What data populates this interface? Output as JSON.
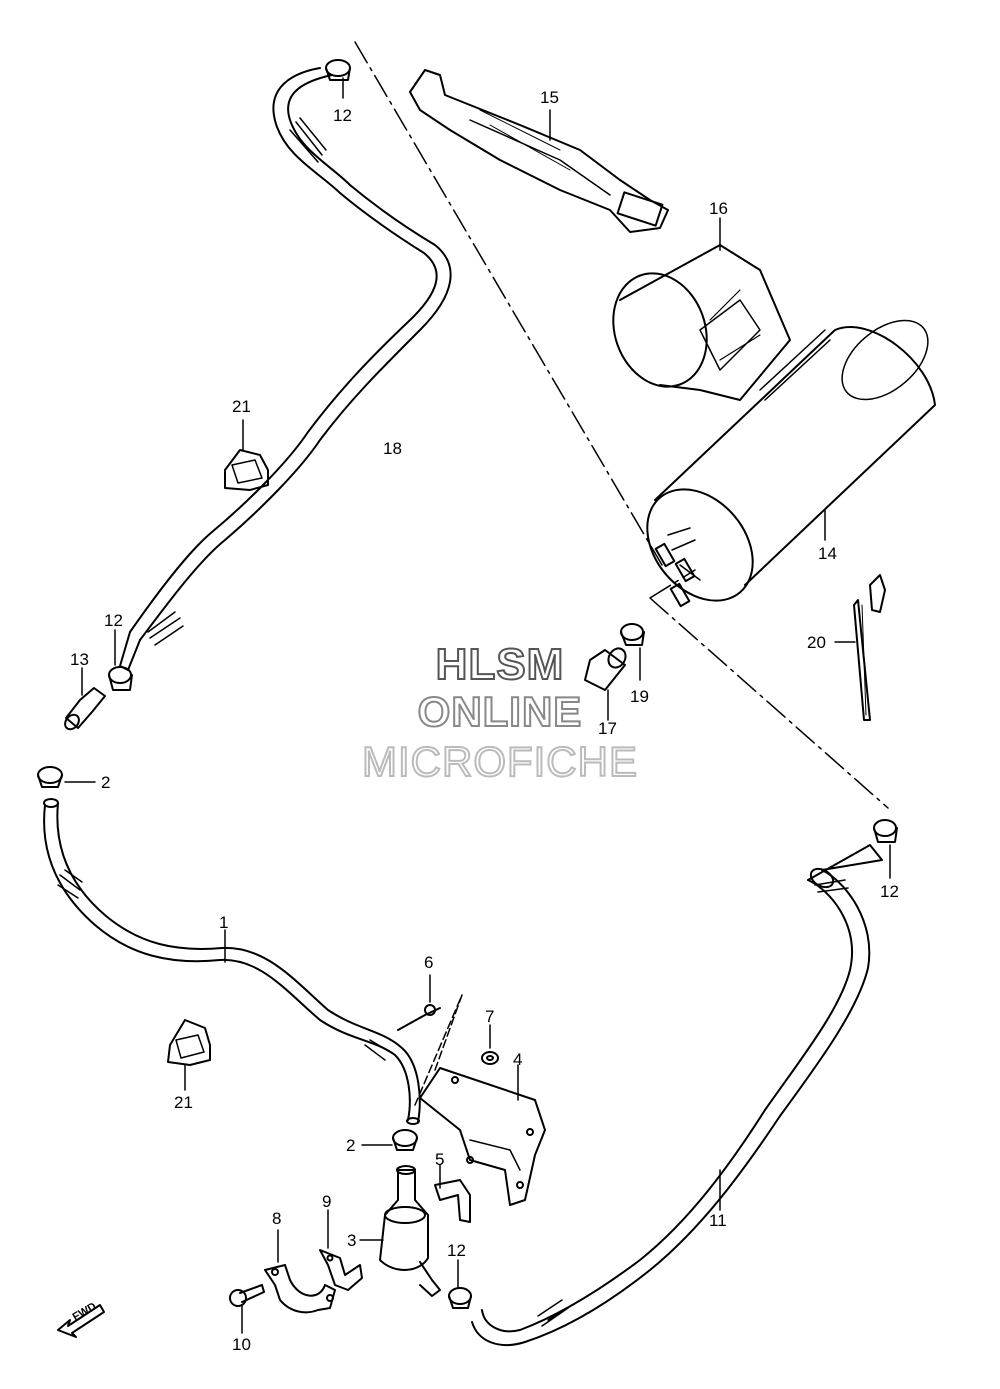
{
  "callouts": {
    "c1": "1",
    "c2a": "2",
    "c2b": "2",
    "c3": "3",
    "c4": "4",
    "c5": "5",
    "c6": "6",
    "c7": "7",
    "c8": "8",
    "c9": "9",
    "c10": "10",
    "c11": "11",
    "c12a": "12",
    "c12b": "12",
    "c12c": "12",
    "c12d": "12",
    "c13": "13",
    "c14": "14",
    "c15": "15",
    "c16": "16",
    "c17": "17",
    "c18": "18",
    "c19": "19",
    "c20": "20",
    "c21a": "21",
    "c21b": "21"
  },
  "watermark": {
    "line1": "HLSM",
    "line2": "ONLINE",
    "line3": "MICROFICHE"
  },
  "fwd_label": "FWD",
  "icons": [
    "fwd-arrow-icon"
  ]
}
